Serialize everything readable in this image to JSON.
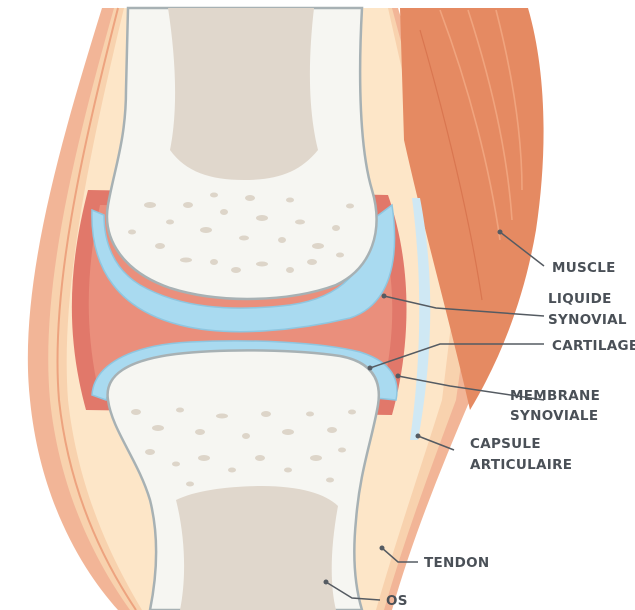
{
  "colors": {
    "label_text": "#4a5057",
    "leader_line": "#555b62",
    "bone": "#f6f6f2",
    "bone_outline": "#a7b1b4",
    "marrow": "#e0d7cc",
    "cartilage": "#a7d8ef",
    "synovial_fluid": "#e47a68",
    "capsule_outer": "#f1b293",
    "capsule_mid": "#f9d6b3",
    "capsule_inner": "#fde8cc",
    "muscle": "#e58a62"
  },
  "labels": {
    "muscle": "MUSCLE",
    "liquide_synovial_1": "LIQUIDE",
    "liquide_synovial_2": "SYNOVIAL",
    "cartilage": "CARTILAGE",
    "membrane_synoviale_1": "MEMBRANE",
    "membrane_synoviale_2": "SYNOVIALE",
    "capsule_articulaire_1": "CAPSULE",
    "capsule_articulaire_2": "ARTICULAIRE",
    "tendon": "TENDON",
    "os": "OS"
  }
}
